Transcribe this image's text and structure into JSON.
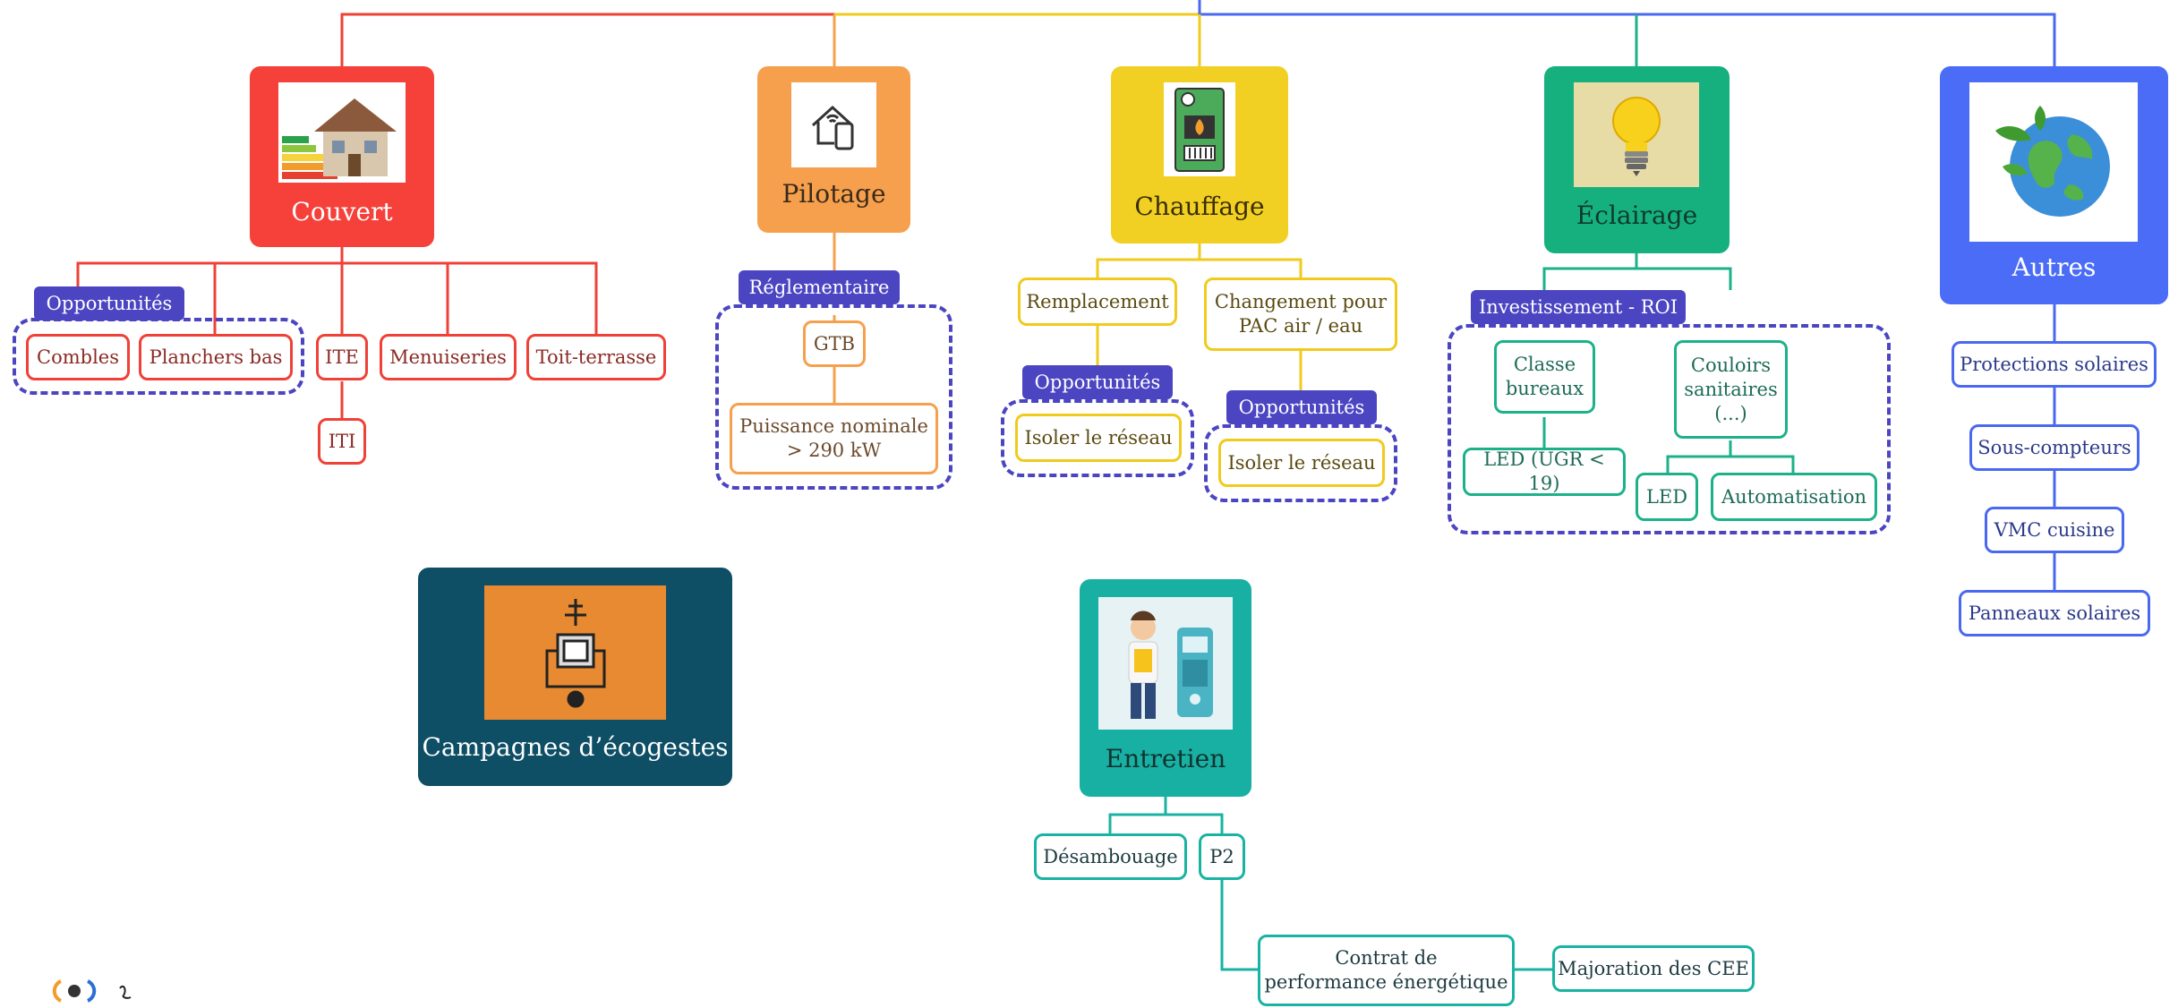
{
  "colors": {
    "couvert": "#f5413a",
    "pilotage": "#f6a04d",
    "chauffage": "#f1d023",
    "eclairage": "#16b07e",
    "autres": "#4a6cf6",
    "campagnes": "#0e4f66",
    "entretien": "#17b0a3",
    "tag": "#4b45c2"
  },
  "categories": {
    "couvert": "Couvert",
    "pilotage": "Pilotage",
    "chauffage": "Chauffage",
    "eclairage": "Éclairage",
    "autres": "Autres",
    "campagnes": "Campagnes d’écogestes",
    "entretien": "Entretien"
  },
  "couvert": {
    "tag": "Opportunités",
    "items": [
      "Combles",
      "Planchers bas",
      "ITE",
      "Menuiseries",
      "Toit-terrasse",
      "ITI"
    ]
  },
  "pilotage": {
    "tag": "Réglementaire",
    "items": [
      "GTB",
      "Puissance nominale\n> 290 kW"
    ]
  },
  "chauffage": {
    "items": [
      "Remplacement",
      "Changement pour\nPAC air / eau"
    ],
    "tag_left": "Opportunités",
    "tag_right": "Opportunités",
    "reseau_left": "Isoler le réseau",
    "reseau_right": "Isoler le réseau"
  },
  "eclairage": {
    "tag": "Investissement - ROI",
    "items": [
      "Classe\nbureaux",
      "Couloirs\nsanitaires\n(...)",
      "LED (UGR < 19)",
      "LED",
      "Automatisation"
    ]
  },
  "autres": {
    "items": [
      "Protections solaires",
      "Sous-compteurs",
      "VMC cuisine",
      "Panneaux solaires"
    ]
  },
  "entretien": {
    "items": [
      "Désambouage",
      "P2",
      "Contrat de\nperformance énergétique",
      "Majoration des CEE"
    ]
  },
  "icons": [
    "house-energy-icon",
    "smart-home-icon",
    "boiler-icon",
    "lightbulb-icon",
    "earth-leaves-icon",
    "eco-gesture-icon",
    "technician-icon",
    "logo-icon"
  ]
}
